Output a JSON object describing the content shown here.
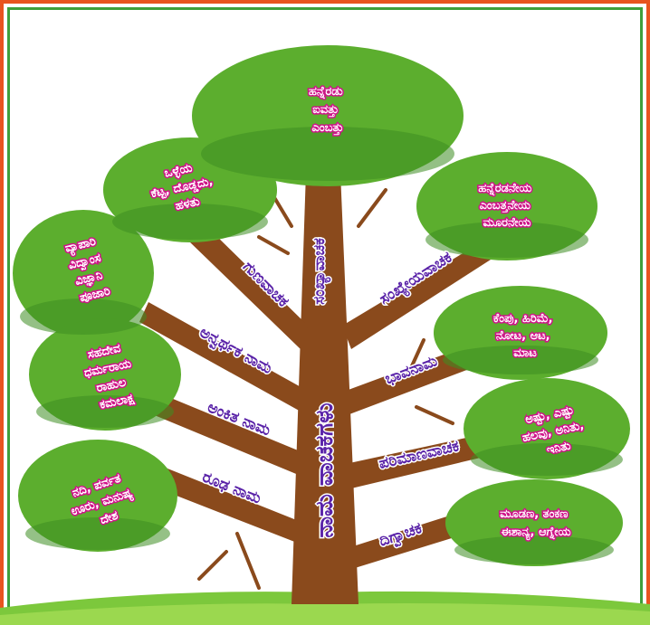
{
  "title": "ನಾಮ ವಾಚಕಗಳು",
  "colors": {
    "trunk": "#8a4a1c",
    "branch_label_fill": "#5a23a8",
    "branch_label_stroke": "#ffffff",
    "leaf_text_fill": "#ffffff",
    "leaf_text_stroke": "#d0128a",
    "foliage": "#5cae2e",
    "grass": "#7cc83c",
    "border_outer": "#e8541e",
    "border_inner": "#3f9f3a"
  },
  "branches": [
    {
      "label": "ಸಂಖ್ಯಾವಾಚಕ",
      "example": [
        "ಹನ್ನೆರಡು",
        "ಐವತ್ತು",
        "ಎಂಬತ್ತು"
      ]
    },
    {
      "label": "ಗುಣವಾಚಕ",
      "example": [
        "ಒಳ್ಳೆಯ",
        "ಕೆಟ್ಟ, ದೊಡ್ಡದು,",
        "ಹಳತು"
      ]
    },
    {
      "label": "ಸಂಖ್ಯೇಯವಾಚಕ",
      "example": [
        "ಹನ್ನೆರಡನೇಯ",
        "ಎಂಬತ್ತನೇಯ",
        "ಮೂರನೇಯ"
      ]
    },
    {
      "label": "ಅನ್ವರ್ಥಕ ನಾಮ",
      "example": [
        "ವ್ಯಾಪಾರಿ",
        "ವಿದ್ವಾಂಸ",
        "ವಿಜ್ಞಾನಿ",
        "ಪೂಜಾರಿ"
      ]
    },
    {
      "label": "ಭಾವನಾಮ",
      "example": [
        "ಕೆಂಪು, ಹಿರಿಮೆ,",
        "ನೋಟ, ಆಟ,",
        "ಮಾಟ"
      ]
    },
    {
      "label": "ಅಂಕಿತ ನಾಮ",
      "example": [
        "ಸಹದೇವ",
        "ಧರ್ಮರಾಯ",
        "ರಾಹುಲ",
        "ಕಮಲಾಕ್ಷ"
      ]
    },
    {
      "label": "ಪರಿಮಾಣವಾಚಕ",
      "example": [
        "ಅಷ್ಟು, ಎಷ್ಟು",
        "ಹಲವು, ಅನಿತು,",
        "ಇನಿತು"
      ]
    },
    {
      "label": "ರೂಢ ನಾಮ",
      "example": [
        "ನದಿ, ಪರ್ವತ",
        "ಊರು, ಮನುಷ್ಯ",
        "ದೇಶ"
      ]
    },
    {
      "label": "ದಿಗ್ವಾಚಕ",
      "example": [
        "ಮೂಡಣ, ತಂಕಣ",
        "ಈಶಾನ್ಯ, ಆಗ್ನೇಯ"
      ]
    }
  ]
}
